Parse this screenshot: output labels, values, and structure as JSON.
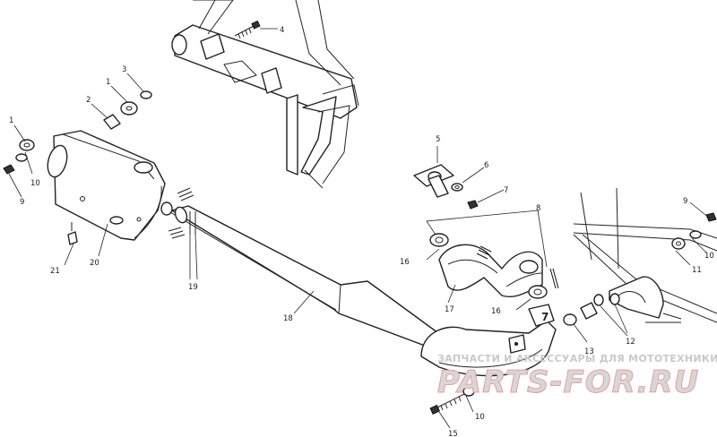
{
  "labels": {
    "l1a": "1",
    "l1b": "1",
    "l2": "2",
    "l3": "3",
    "l4": "4",
    "l5": "5",
    "l6": "6",
    "l7": "7",
    "l8": "8",
    "l9a": "9",
    "l9b": "9",
    "l10a": "10",
    "l10b": "10",
    "l10c": "10",
    "l11": "11",
    "l12": "12",
    "l13": "13",
    "l15": "15",
    "l16a": "16",
    "l16b": "16",
    "l17": "17",
    "l18": "18",
    "l19": "19",
    "l20": "20",
    "l21": "21",
    "l7mark": "7"
  },
  "watermark": {
    "tagline": "ЗАПЧАСТИ И АКСЕССУАРЫ ДЛЯ МОТОТЕХНИКИ",
    "brand": "PARTS-FOR.RU"
  },
  "colors": {
    "line": "#222222",
    "watermark_accent": "#e6a0a0"
  }
}
